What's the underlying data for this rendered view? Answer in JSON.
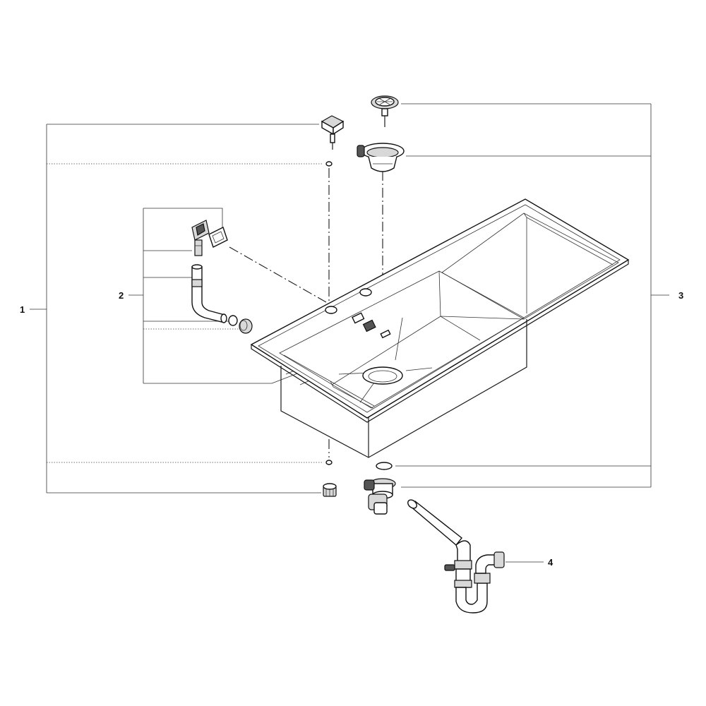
{
  "diagram": {
    "callouts": [
      {
        "id": "callout-1",
        "label": "1"
      },
      {
        "id": "callout-2",
        "label": "2"
      },
      {
        "id": "callout-3",
        "label": "3"
      },
      {
        "id": "callout-4",
        "label": "4"
      }
    ]
  },
  "colors": {
    "line": "#1a1a1a",
    "background": "#ffffff",
    "part_fill": "#d8d8d8"
  }
}
